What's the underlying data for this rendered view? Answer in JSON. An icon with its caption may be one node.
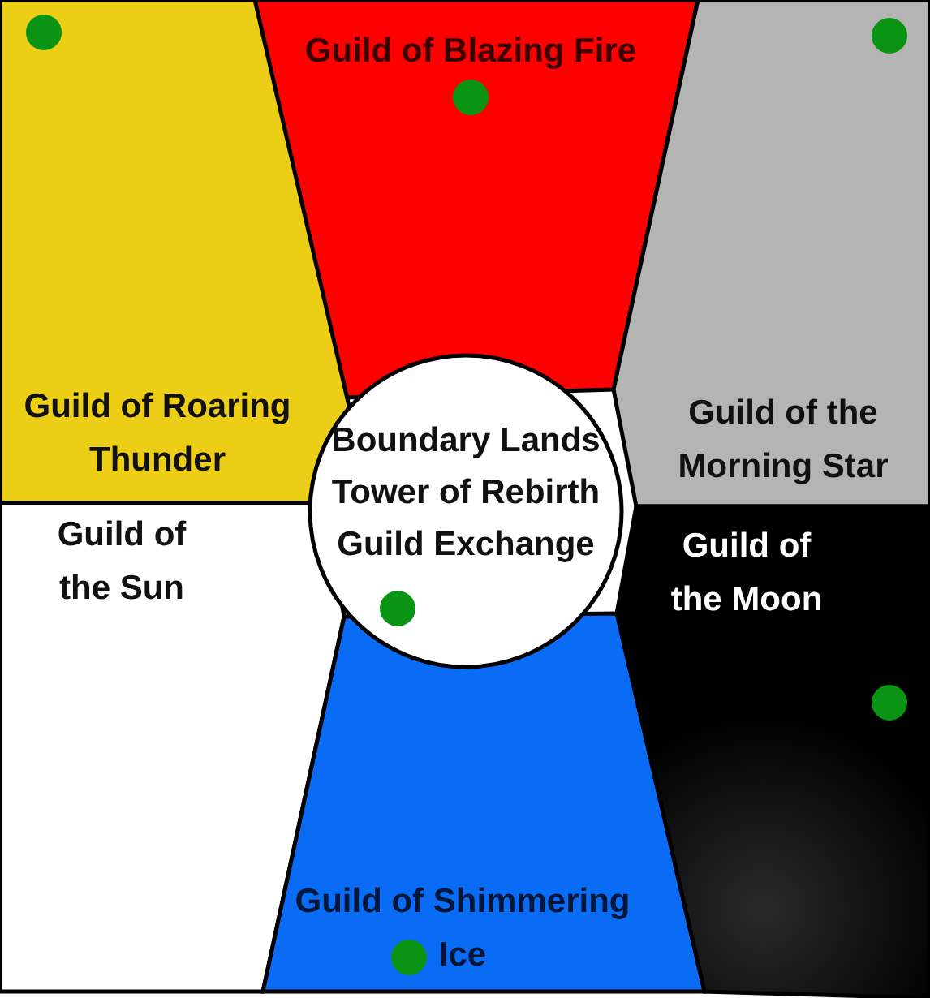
{
  "diagram": {
    "nodes": [
      {
        "text": [
          "Guild of Blazing Fire"
        ]
      },
      {
        "text": [
          "Guild of Roaring Thunder"
        ]
      },
      {
        "text": [
          "Guild of the Morning Star"
        ]
      },
      {
        "text": [
          "Guild of the Sun"
        ]
      },
      {
        "text": [
          "Guild of the Moon"
        ]
      },
      {
        "text": [
          "Guild of Shimmering Ice"
        ]
      },
      {
        "text": [
          "Boundary Lands",
          "Tower of Rebirth",
          "Guild Exchange"
        ]
      }
    ]
  }
}
